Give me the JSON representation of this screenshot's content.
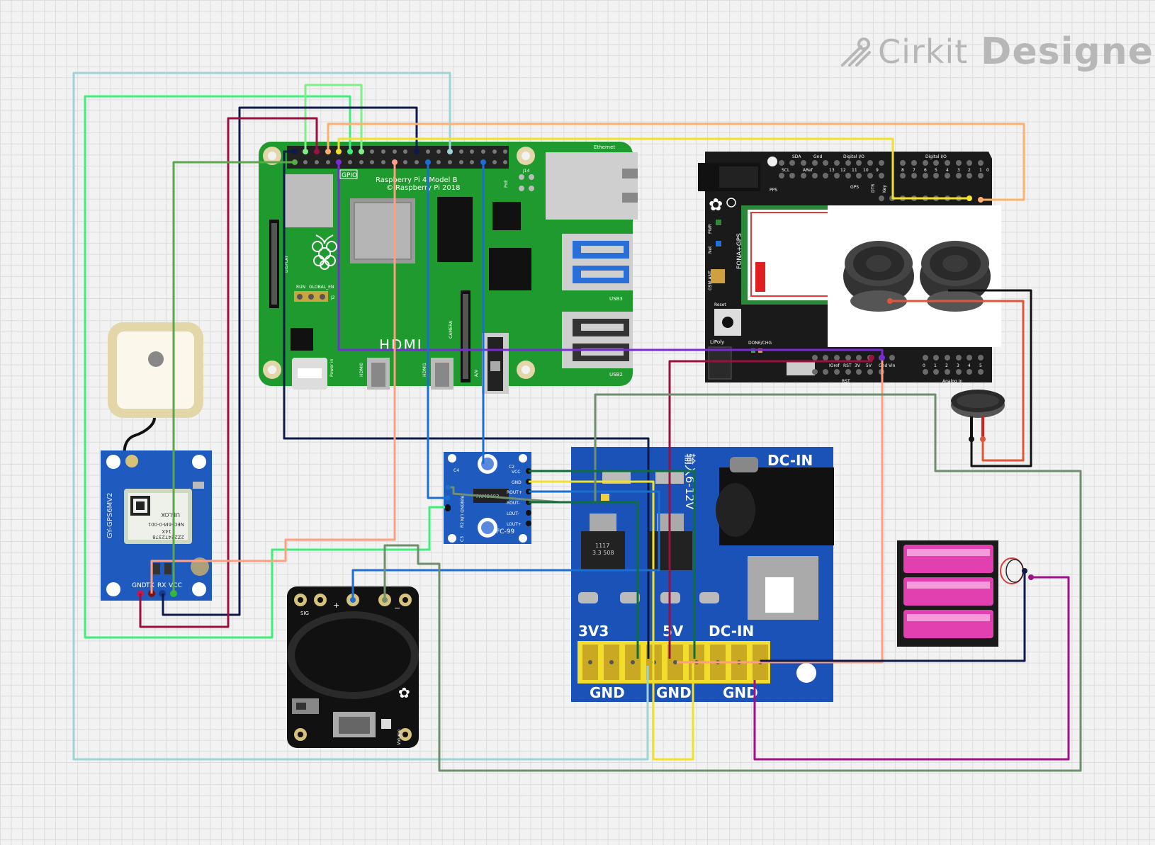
{
  "brand": {
    "name_light": "Cirkit",
    "name_bold": "Designer"
  },
  "raspberry_pi": {
    "title_line1": "Raspberry Pi 4 Model B",
    "title_line2": "© Raspberry Pi 2018",
    "gpio_label": "GPIO",
    "hdmi_label": "HDMI",
    "ethernet_label": "Ethernet",
    "usb3_label": "USB3",
    "usb2_label": "USB2",
    "camera_label": "CAMERA",
    "display_label": "DISPLAY",
    "run_label": "RUN",
    "global_en_label": "GLOBAL_EN",
    "j2_label": "J2",
    "j14_label": "J14",
    "poe_label": "PoE",
    "power_label": "Power in",
    "hdmi0_label": "HDMI0",
    "hdmi1_label": "HDMI1",
    "av_label": "A/V"
  },
  "fona_shield": {
    "label": "FONA+GPS",
    "header_top_labels": [
      "SDA",
      "Gnd",
      "Digital I/O",
      "Digital I/O"
    ],
    "scl_label": "SCL",
    "aref_label": "ARef",
    "pin_numbers_top": [
      "13",
      "12",
      "11",
      "10",
      "9",
      "8",
      "7",
      "6",
      "5",
      "4",
      "3",
      "2",
      "1",
      "0"
    ],
    "pps_label": "PPS",
    "gps_label": "GPS",
    "key_label": "Key",
    "dtr_label": "DTR",
    "reset_label": "Reset",
    "lipoly_label": "LiPoly",
    "done_chg_label": "DONE/CHG",
    "analog_in_label": "Analog In",
    "rst_label": "RST",
    "pwr_label": "PWR",
    "net_label": "Net",
    "gsm_ant_label": "GSM ANT",
    "power_pins": [
      "IOref",
      "RST",
      "3V",
      "5V",
      "Gnd",
      "Vin"
    ],
    "analog_pins": [
      "0",
      "1",
      "2",
      "3",
      "4",
      "5"
    ]
  },
  "gps_module": {
    "label": "GY-GPS6MV2",
    "pins": [
      "VCC",
      "RX",
      "TX",
      "GND"
    ],
    "chip_text": [
      "UBLOX",
      "NEO-6M-0-001",
      "14X",
      "2Z22472378"
    ]
  },
  "audio_amp": {
    "label": "FC-99",
    "chip": "PAM8403",
    "left_pins": [
      "RIN",
      "GND",
      "LIN"
    ],
    "right_pins": [
      "VCC",
      "GND",
      "ROUT+",
      "ROUT-",
      "LOUT-",
      "LOUT+"
    ],
    "cap_labels": [
      "C4",
      "C2",
      "R2",
      "C3"
    ]
  },
  "power_board": {
    "label": "DC-IN",
    "side_text": "输入6-12V",
    "rail_labels": [
      "3V3",
      "5V",
      "DC-IN"
    ],
    "gnd_labels": [
      "GND",
      "GND",
      "GND"
    ],
    "regulator_text": [
      "1117",
      "3.3 508"
    ]
  },
  "joystick": {
    "sig_label": "SIG",
    "plus_label": "+",
    "minus_label": "−",
    "volume_label": "Volume"
  },
  "colors": {
    "pi_green": "#1f9a2e",
    "shield_black": "#1a1a1a",
    "wire_lightblue": "#9ed4d4",
    "wire_green": "#3ef07a",
    "wire_navy": "#0d1a4a",
    "wire_maroon": "#9b1040",
    "wire_orange": "#ffb070",
    "wire_yellow": "#f2e12a",
    "wire_purple": "#7a2bd8",
    "wire_blue": "#1b6fd0",
    "wire_salmon": "#ff9f80",
    "wire_greygreen": "#6e8e6e",
    "wire_darkgreen": "#0f6e3a",
    "wire_magenta": "#a0108a",
    "wire_black": "#111111",
    "wire_red": "#e0563a"
  }
}
